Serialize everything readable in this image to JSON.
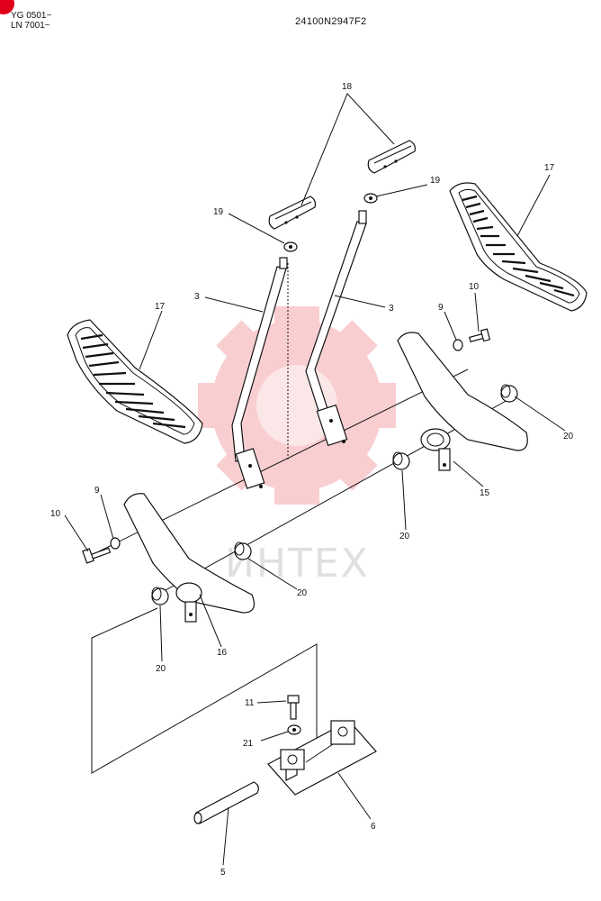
{
  "header": {
    "serial_line_1": "YG 0501~",
    "serial_line_2": "LN 7001~",
    "drawing_code": "24100N2947F2"
  },
  "watermark": {
    "text": "ИНТЕХ",
    "color": "#e8262d"
  },
  "labels": [
    {
      "id": "18",
      "text": "18"
    },
    {
      "id": "17r",
      "text": "17"
    },
    {
      "id": "19l",
      "text": "19"
    },
    {
      "id": "19r",
      "text": "19"
    },
    {
      "id": "3l",
      "text": "3"
    },
    {
      "id": "3r",
      "text": "3"
    },
    {
      "id": "17l",
      "text": "17"
    },
    {
      "id": "9r",
      "text": "9"
    },
    {
      "id": "10r",
      "text": "10"
    },
    {
      "id": "20r",
      "text": "20"
    },
    {
      "id": "15",
      "text": "15"
    },
    {
      "id": "9l",
      "text": "9"
    },
    {
      "id": "10l",
      "text": "10"
    },
    {
      "id": "20m",
      "text": "20"
    },
    {
      "id": "20c",
      "text": "20"
    },
    {
      "id": "16",
      "text": "16"
    },
    {
      "id": "20l",
      "text": "20"
    },
    {
      "id": "11",
      "text": "11"
    },
    {
      "id": "21",
      "text": "21"
    },
    {
      "id": "6",
      "text": "6"
    },
    {
      "id": "5",
      "text": "5"
    }
  ]
}
